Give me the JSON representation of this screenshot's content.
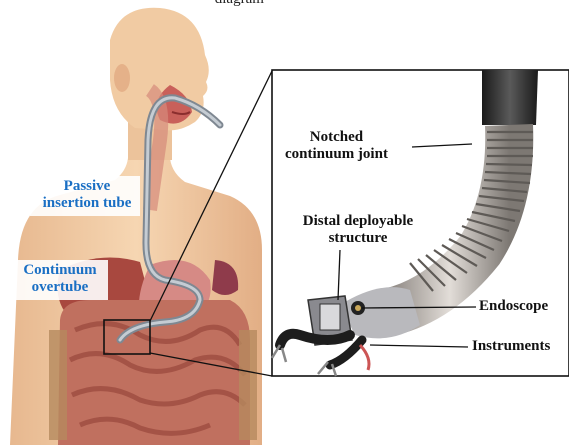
{
  "header_fragment": "- diagram - - -",
  "labels": {
    "passive_insertion_tube": "Passive\ninsertion tube",
    "continuum_overtube": "Continuum\novertube",
    "notched_continuum_joint": "Notched\ncontinuum joint",
    "distal_deployable_structure": "Distal deployable\nstructure",
    "endoscope": "Endoscope",
    "instruments": "Instruments"
  },
  "colors": {
    "label_blue": "#1a6fc4",
    "label_black": "#111111",
    "skin": "#f3cfa6",
    "organ": "#c96f5e",
    "tube": "#9aa3ad",
    "joint_dark": "#2a2a2a",
    "joint_light": "#c9c3bd"
  }
}
